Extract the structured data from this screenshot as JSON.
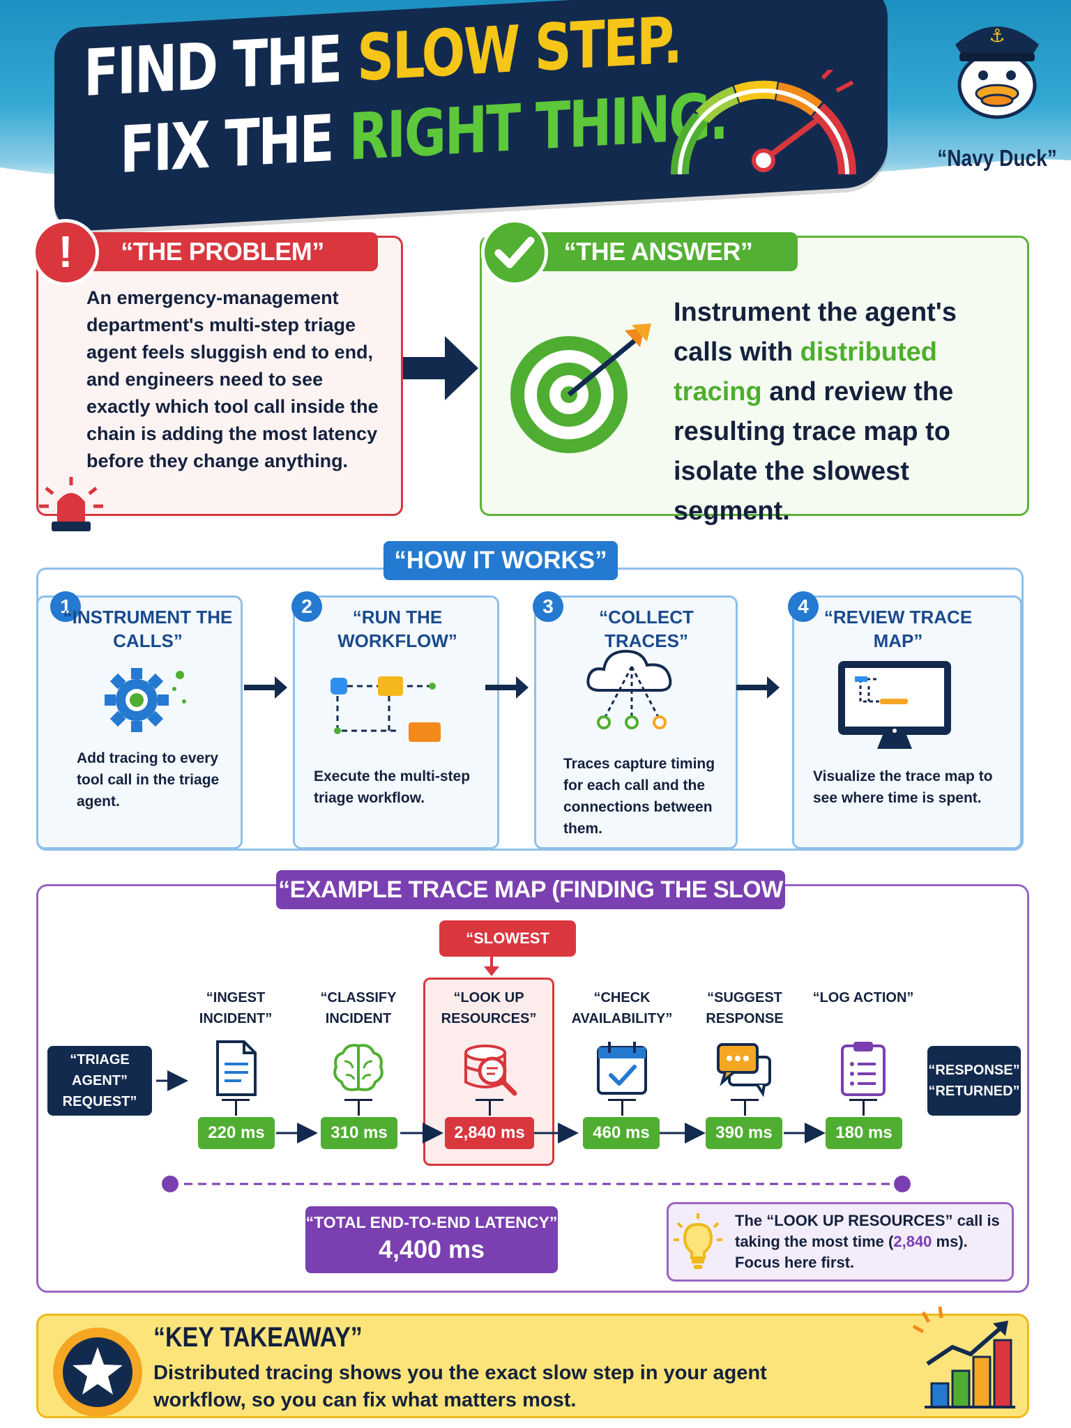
{
  "header": {
    "title_line1_white": "FIND THE ",
    "title_line1_yellow": "SLOW STEP.",
    "title_line2_white": "FIX THE ",
    "title_line2_green": "RIGHT THING.",
    "mascot_label": "“Navy Duck”",
    "gauge_icon": "speedometer-icon",
    "mascot_icon": "duck-mascot-icon"
  },
  "problem": {
    "title": "“THE PROBLEM”",
    "icon": "exclamation-icon",
    "text": "An emergency-management department's multi-step triage agent feels sluggish end to end, and engineers need to see exactly which tool call inside the chain is adding the most latency before they change anything."
  },
  "answer": {
    "title": "“THE ANSWER”",
    "icon": "checkmark-icon",
    "text_part1": "Instrument the agent's calls with ",
    "text_highlight": "distributed tracing",
    "text_part2": " and review the resulting trace map to isolate the slowest segment."
  },
  "how_it_works": {
    "title": "“HOW IT WORKS”",
    "steps": [
      {
        "num": "1",
        "title": "“INSTRUMENT THE CALLS”",
        "desc": "Add tracing to every tool call in the triage agent.",
        "icon": "gear-icon"
      },
      {
        "num": "2",
        "title": "“RUN THE WORKFLOW”",
        "desc": "Execute the multi-step triage workflow.",
        "icon": "workflow-icon"
      },
      {
        "num": "3",
        "title": "“COLLECT TRACES”",
        "desc": "Traces capture timing for each call and the connections between them.",
        "icon": "cloud-network-icon"
      },
      {
        "num": "4",
        "title": "“REVIEW TRACE MAP”",
        "desc": "Visualize the trace map to see where time is spent.",
        "icon": "monitor-icon"
      }
    ]
  },
  "trace_map": {
    "title": "“EXAMPLE TRACE MAP (FINDING THE SLOW STEP”",
    "slowest_tag": "“SLOWEST STEP!”",
    "request_label_1": "“TRIAGE AGENT”",
    "request_label_2": "REQUEST”",
    "response_label_1": "“RESPONSE”",
    "response_label_2": "“RETURNED”",
    "steps": [
      {
        "title": "“INGEST INCIDENT”",
        "ms": "220 ms",
        "icon": "document-icon"
      },
      {
        "title": "“CLASSIFY INCIDENT",
        "ms": "310 ms",
        "icon": "brain-icon"
      },
      {
        "title": "“LOOK UP RESOURCES”",
        "ms": "2,840 ms",
        "icon": "database-search-icon"
      },
      {
        "title": "“CHECK AVAILABILITY”",
        "ms": "460 ms",
        "icon": "calendar-check-icon"
      },
      {
        "title": "“SUGGEST RESPONSE",
        "ms": "390 ms",
        "icon": "chat-bubbles-icon"
      },
      {
        "title": "“LOG ACTION”",
        "ms": "180 ms",
        "icon": "clipboard-icon"
      }
    ],
    "total_label": "“TOTAL END-TO-END LATENCY”",
    "total_value": "4,400 ms",
    "insight_part1": "The “LOOK UP RESOURCES” call is taking the most time (",
    "insight_highlight": "2,840",
    "insight_part2": " ms). Focus here first.",
    "bulb_icon": "lightbulb-icon"
  },
  "takeaway": {
    "title": "“KEY TAKEAWAY”",
    "text": "Distributed tracing shows you the exact slow step in your agent workflow, so you can fix what matters most.",
    "star_icon": "star-icon",
    "chart_icon": "growth-chart-icon"
  },
  "colors": {
    "navy": "#132a4f",
    "red": "#d9363e",
    "green": "#52b032",
    "blue": "#2479d0",
    "purple": "#7a3fb0",
    "yellow": "#fde47a"
  }
}
